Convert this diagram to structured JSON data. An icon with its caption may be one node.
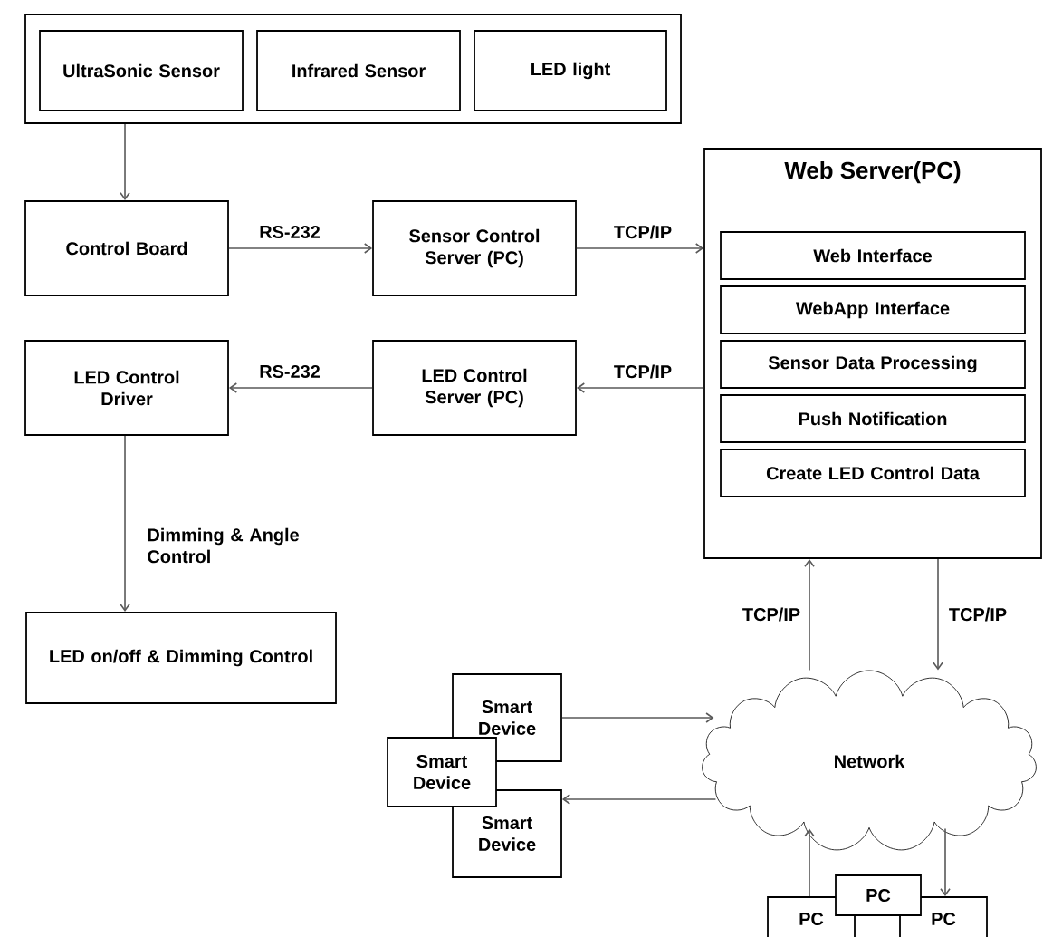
{
  "diagram": {
    "nodes": [
      {
        "text": [],
        "shape": "box"
      },
      {
        "text": [
          "UltraSonic Sensor"
        ],
        "in": 0
      },
      {
        "text": [
          "Infrared Sensor"
        ],
        "in": 0
      },
      {
        "text": [
          "LED light"
        ],
        "in": 0
      },
      {
        "text": [
          "Control Board"
        ]
      },
      {
        "text": [
          "Sensor Control Server (PC)"
        ]
      },
      {
        "text": [
          "Web Server(PC)"
        ]
      },
      {
        "text": [
          "Web Interface"
        ],
        "in": 6
      },
      {
        "text": [
          "WebApp Interface"
        ],
        "in": 6
      },
      {
        "text": [
          "Sensor Data Processing"
        ],
        "in": 6
      },
      {
        "text": [
          "Push Notification"
        ],
        "in": 6
      },
      {
        "text": [
          "Create LED Control Data"
        ],
        "in": 6
      },
      {
        "text": [
          "LED Control Driver"
        ]
      },
      {
        "text": [
          "LED Control Server (PC)"
        ]
      },
      {
        "text": [
          "LED on/off & Dimming Control"
        ]
      },
      {
        "text": [
          "Smart Device"
        ]
      },
      {
        "text": [
          "Smart Device"
        ]
      },
      {
        "text": [
          "Smart Device"
        ]
      },
      {
        "text": [
          "Network"
        ]
      },
      {
        "text": [
          "PC"
        ]
      },
      {
        "text": [
          "PC"
        ]
      },
      {
        "text": [
          "PC"
        ]
      }
    ],
    "edges": [
      {
        "from": 0,
        "to": 4,
        "arrow": "to"
      },
      {
        "from": 4,
        "to": 5,
        "arrow": "to",
        "label": "RS-232"
      },
      {
        "from": 5,
        "to": 6,
        "arrow": "to",
        "label": "TCP/IP"
      },
      {
        "from": 6,
        "to": 13,
        "arrow": "to",
        "label": "TCP/IP"
      },
      {
        "from": 13,
        "to": 12,
        "arrow": "to",
        "label": "RS-232"
      },
      {
        "from": 12,
        "to": 14,
        "arrow": "to",
        "label": "Dimming & Angle Control"
      },
      {
        "from": 18,
        "to": 6,
        "arrow": "to",
        "label": "TCP/IP"
      },
      {
        "from": 6,
        "to": 18,
        "arrow": "to",
        "label": "TCP/IP"
      },
      {
        "from": 15,
        "to": 18,
        "arrow": "to"
      },
      {
        "from": 18,
        "to": 17,
        "arrow": "to"
      },
      {
        "from": 19,
        "to": 18,
        "arrow": "to"
      },
      {
        "from": 18,
        "to": 21,
        "arrow": "to"
      }
    ]
  }
}
